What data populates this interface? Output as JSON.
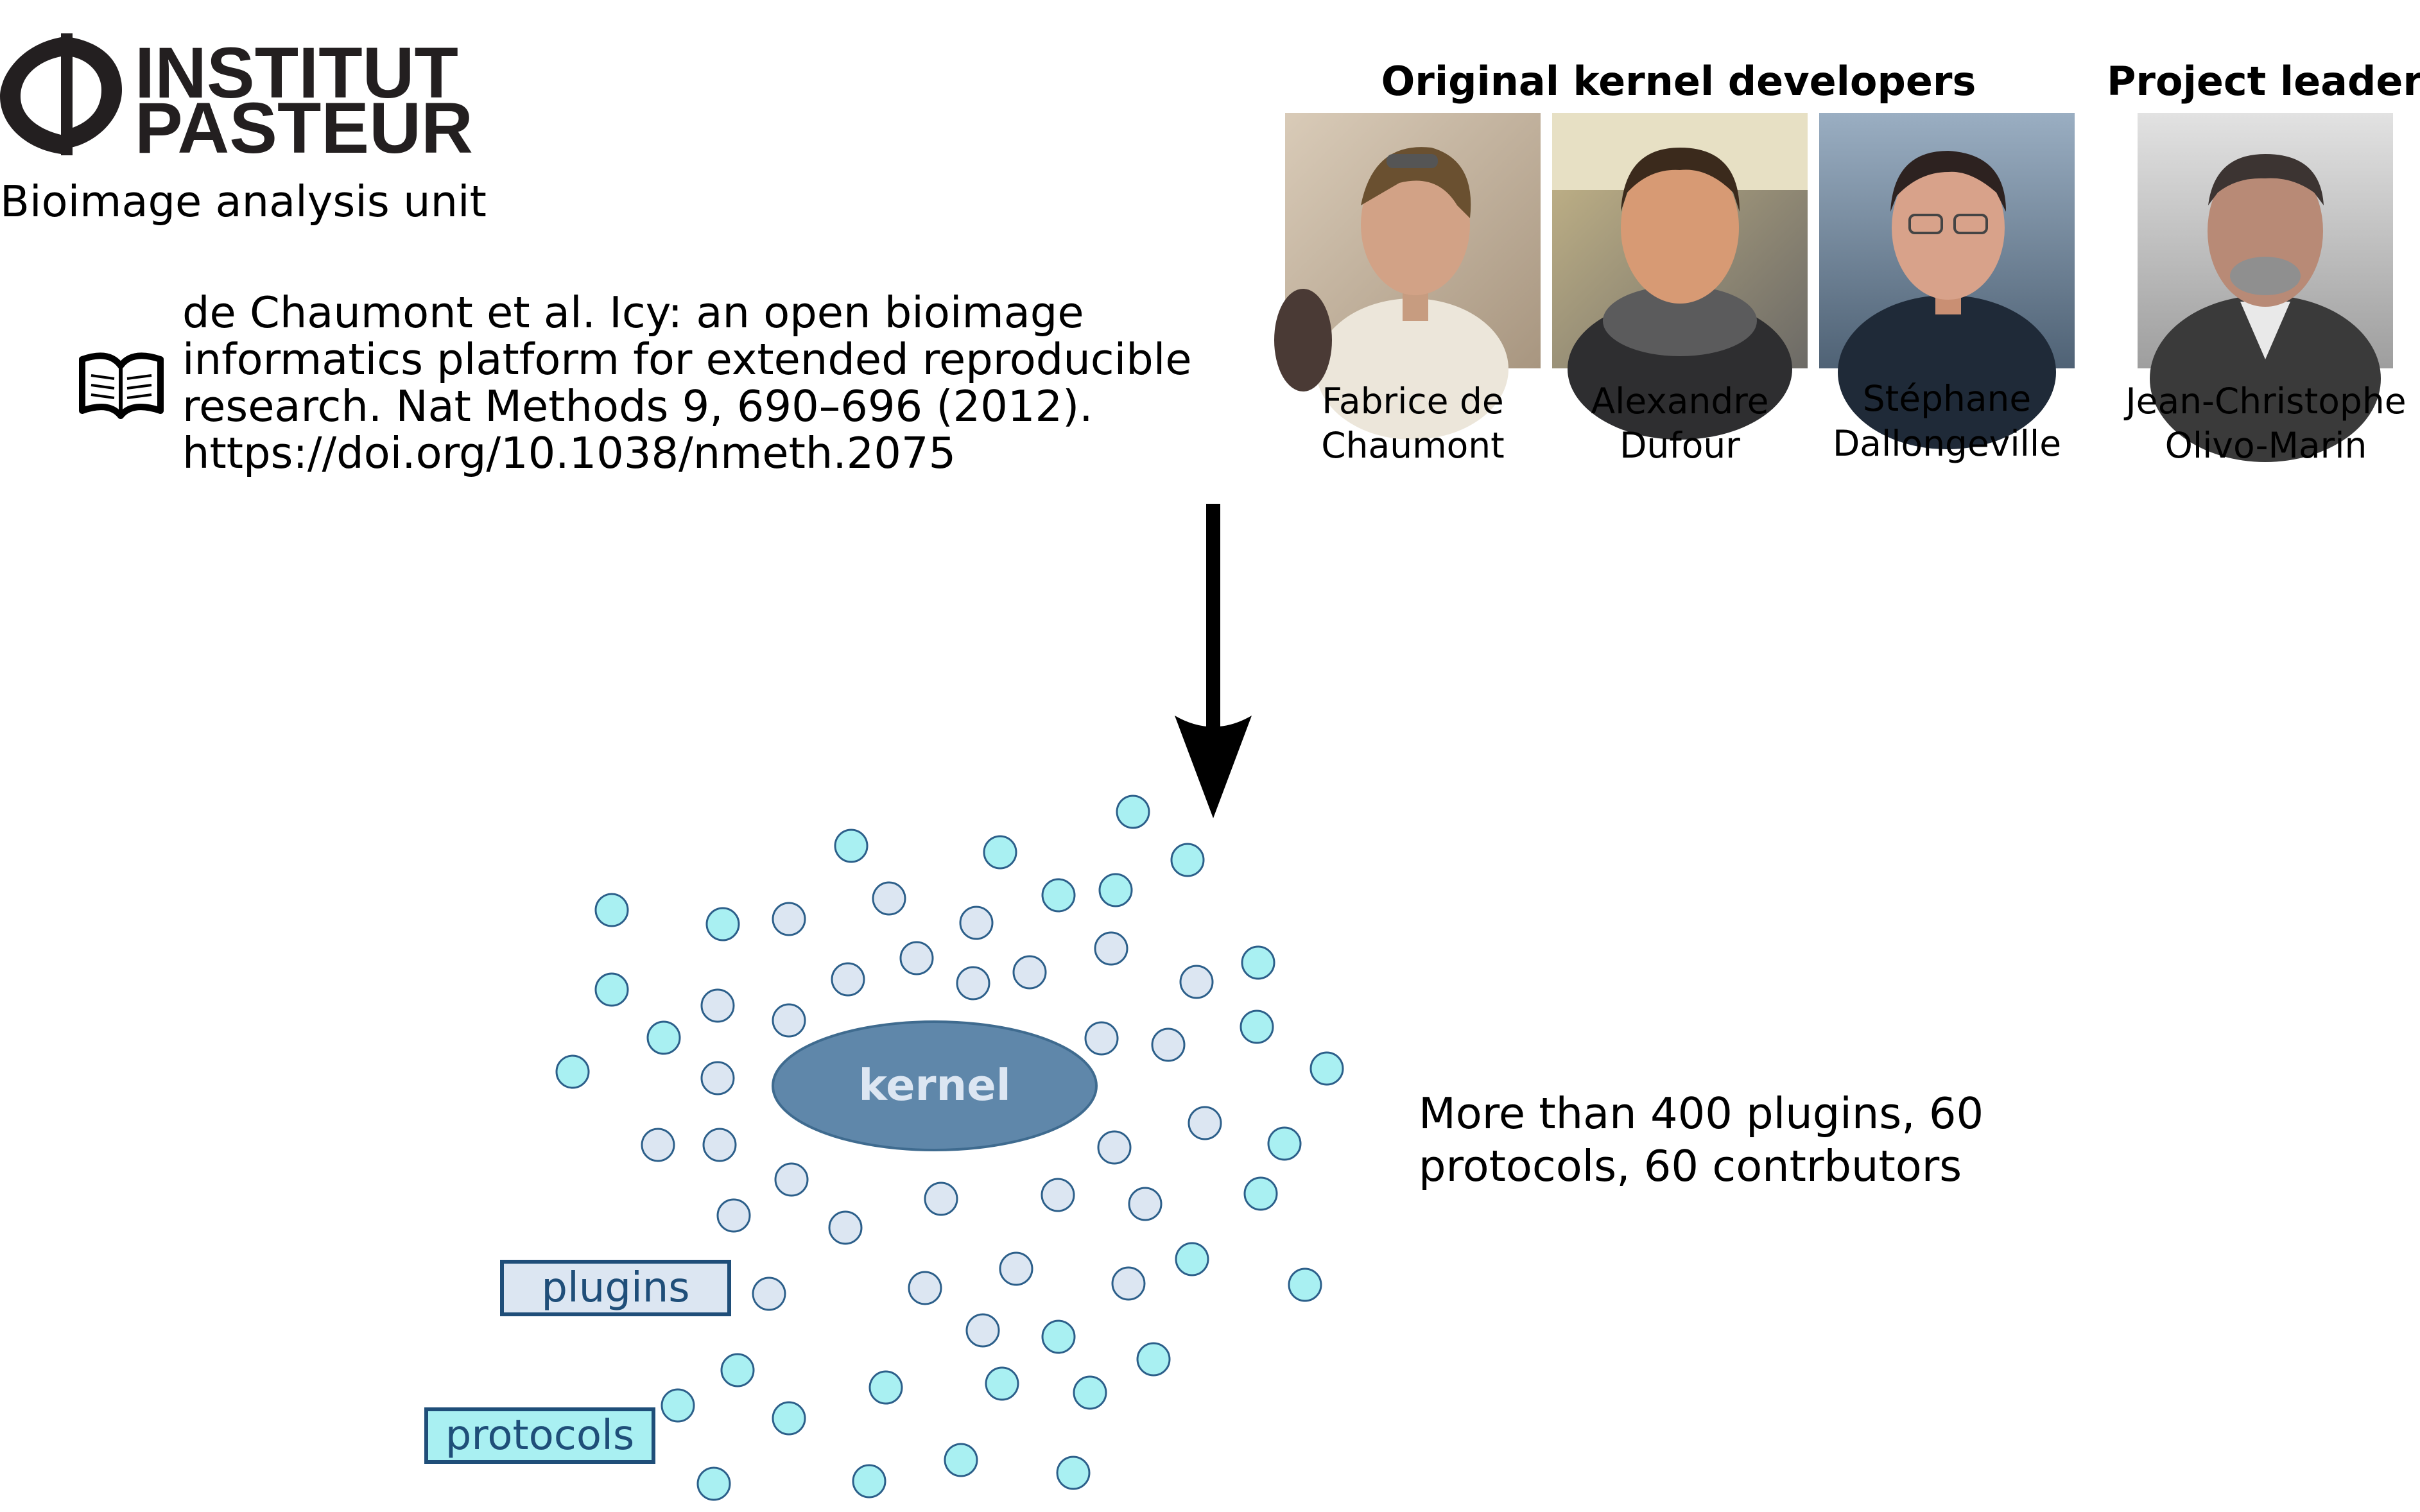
{
  "logo": {
    "line1": "INSTITUT",
    "line2": "PASTEUR"
  },
  "unit": "Bioimage analysis unit",
  "citation": {
    "icon": "book-icon",
    "lines": [
      "de Chaumont et al. Icy: an open bioimage",
      "informatics platform for extended reproducible",
      "research. Nat Methods 9, 690–696 (2012).",
      "https://doi.org/10.1038/nmeth.2075"
    ]
  },
  "developers": {
    "heading": "Original kernel developers",
    "people": [
      {
        "first": "Fabrice de",
        "last": "Chaumont"
      },
      {
        "first": "Alexandre",
        "last": "Dufour"
      },
      {
        "first": "Stéphane",
        "last": "Dallongeville"
      }
    ]
  },
  "leader": {
    "heading": "Project leader",
    "person": {
      "first": "Jean-Christophe",
      "last": "Olivo-Marin"
    }
  },
  "diagram": {
    "kernel_label": "kernel",
    "legend": {
      "plugins": "plugins",
      "protocols": "protocols"
    },
    "stats_lines": [
      "More than 400 plugins, 60",
      "protocols, 60 contrbutors"
    ]
  },
  "colors": {
    "kernel_fill": "#5f87aa",
    "kernel_stroke": "#3f6b8f",
    "plugin_fill": "#dce6f2",
    "protocol_fill": "#a9f0f2",
    "circle_stroke": "#2c5f8a",
    "legend_border": "#1f4e79"
  }
}
